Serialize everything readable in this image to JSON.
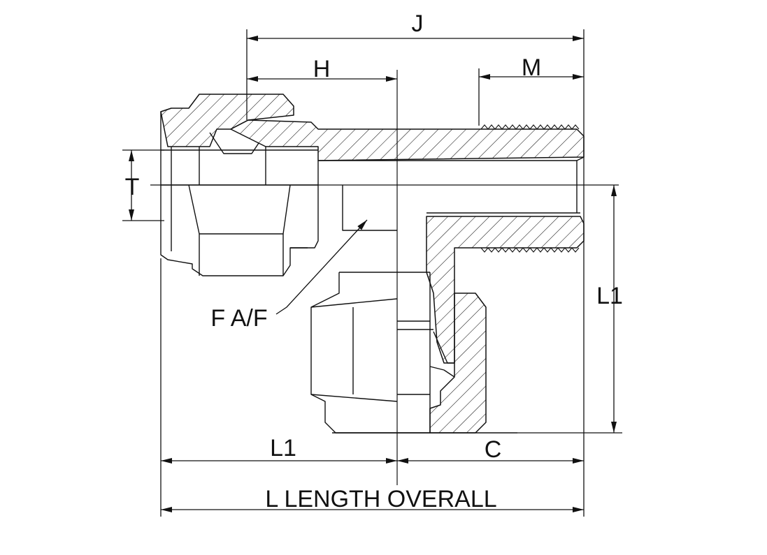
{
  "colors": {
    "ink": "#111111",
    "background": "#ffffff"
  },
  "dimensions": {
    "j": "J",
    "h": "H",
    "m": "M",
    "t": "T",
    "f": "F A/F",
    "l1_right": "L1",
    "l1_bottom": "L1",
    "c": "C",
    "overall": "L LENGTH OVERALL"
  }
}
